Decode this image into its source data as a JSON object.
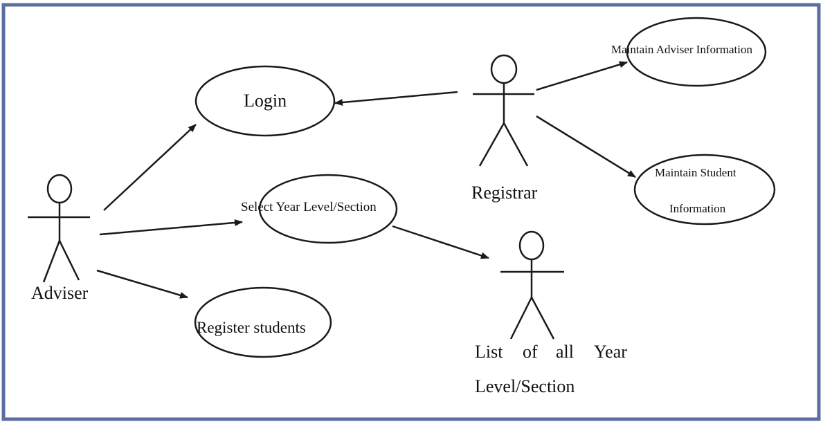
{
  "colors": {
    "frame_border": "#5a6fa0",
    "ink": "#1a1a1a",
    "background": "#ffffff"
  },
  "actors": {
    "adviser": {
      "label": "Adviser"
    },
    "registrar": {
      "label": "Registrar"
    },
    "list": {
      "label_line1_words": [
        "List",
        "of",
        "all",
        "Year"
      ],
      "label_line2": "Level/Section"
    }
  },
  "use_cases": {
    "login": "Login",
    "select_year_level": "Select Year Level/Section",
    "register_students": "Register students",
    "maintain_adviser": "Maintain Adviser Information",
    "maintain_student_line1": "Maintain Student",
    "maintain_student_line2": "Information"
  }
}
